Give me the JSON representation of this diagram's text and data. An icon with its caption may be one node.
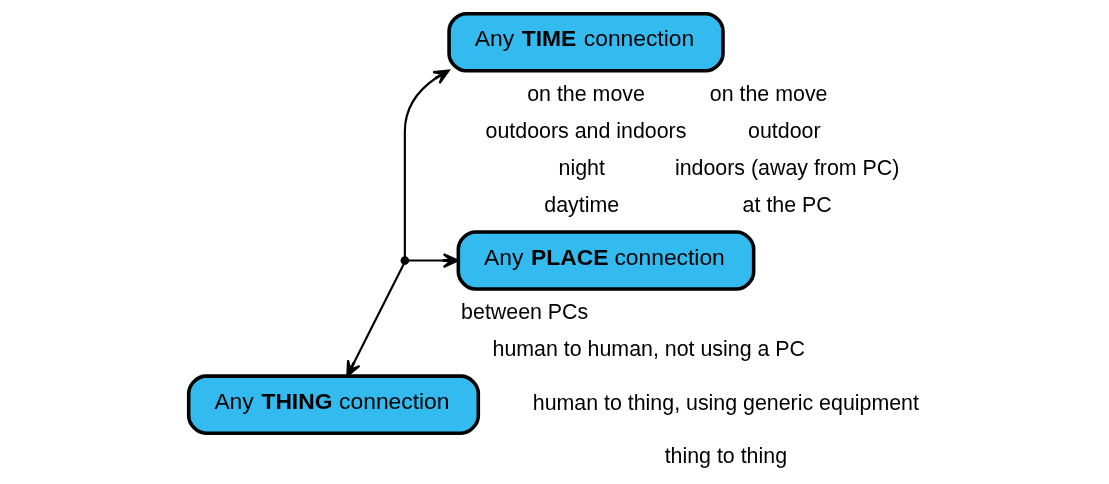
{
  "diagram": {
    "nodes": [
      {
        "text": [
          "Any **TIME** connection"
        ]
      },
      {
        "text": [
          "Any **PLACE** connection"
        ]
      },
      {
        "text": [
          "Any **THING** connection"
        ]
      },
      {
        "text": [],
        "shape": "point"
      }
    ],
    "edges": [
      {
        "from": 3,
        "to": 0,
        "arrow": "to"
      },
      {
        "from": 3,
        "to": 1,
        "arrow": "to"
      },
      {
        "from": 3,
        "to": 2,
        "arrow": "to"
      }
    ],
    "labels": [
      "on the move",
      "outdoors and indoors",
      "night",
      "daytime",
      "on the move",
      "outdoor",
      "indoors (away from PC)",
      "at the PC",
      "between PCs",
      "human to human, not using a PC",
      "human to thing, using generic equipment",
      "thing to thing"
    ]
  }
}
